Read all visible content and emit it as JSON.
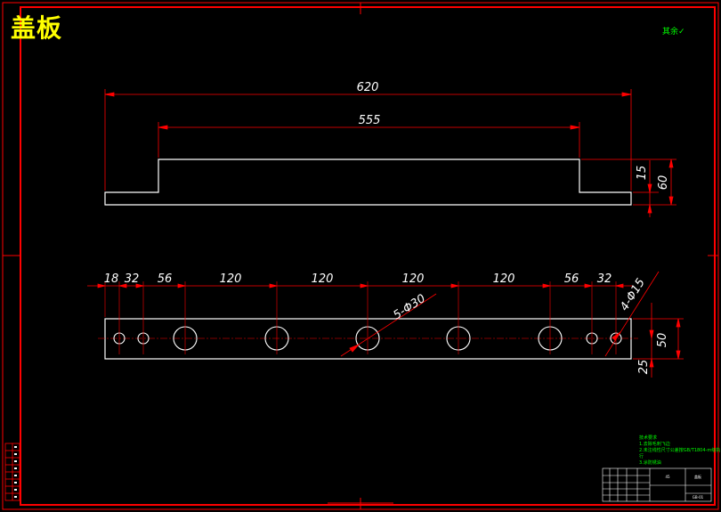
{
  "drawing": {
    "title": "盖板",
    "roughness_note": "其余",
    "notes": [
      "技术要求",
      "1.去除毛刺飞边",
      "2.未注线性尺寸公差按GB/T1804-m级执行",
      "3.涂防锈油"
    ]
  },
  "front_view": {
    "overall_length": "620",
    "top_length": "555",
    "step_height": "15",
    "total_height": "60"
  },
  "plan_view": {
    "spacings": [
      "18",
      "32",
      "56",
      "120",
      "120",
      "120",
      "120",
      "56",
      "32"
    ],
    "large_holes": "5-Φ30",
    "small_holes": "4-Φ15",
    "width": "50",
    "hole_offset": "25"
  },
  "title_block": {
    "part_name": "盖板",
    "material": "45",
    "drawing_no": "GB-01"
  },
  "colors": {
    "frame": "#ff0000",
    "outline": "#ffffff",
    "dimension": "#ff0000",
    "title": "#ffff00",
    "notes": "#00ff00"
  }
}
